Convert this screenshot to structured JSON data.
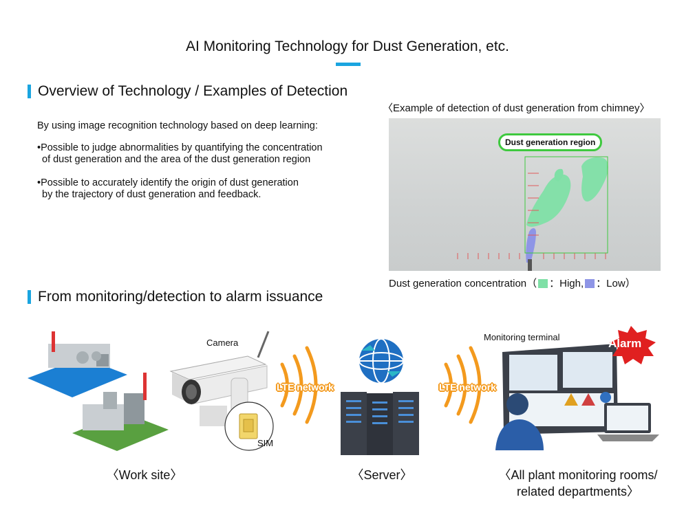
{
  "title": "AI Monitoring Technology for Dust Generation, etc.",
  "section1": {
    "heading": "Overview of Technology / Examples of Detection",
    "intro": "By using image recognition technology based on deep learning:",
    "bullet1_line1": "•Possible to judge abnormalities by quantifying the concentration",
    "bullet1_line2": "of dust generation and the area of the dust generation region",
    "bullet2_line1": "•Possible to accurately identify the origin of dust generation",
    "bullet2_line2": "by the trajectory of dust generation and feedback."
  },
  "example": {
    "caption": "〈Example of detection of dust generation from chimney〉",
    "callout": "Dust generation region",
    "concentration_prefix": "Dust generation concentration（",
    "high_label": "：High,",
    "low_label": "：Low）",
    "high_color": "#7fe0a6",
    "low_color": "#8e95e6"
  },
  "section2": {
    "heading": "From monitoring/detection to alarm issuance"
  },
  "flow": {
    "camera_label": "Camera",
    "sim_label": "SIM",
    "lte_left": "LTE network",
    "lte_right": "LTE network",
    "monitoring_label": "Monitoring terminal",
    "alarm": "Alarm",
    "work_site": "〈Work site〉",
    "server": "〈Server〉",
    "rooms_line1": "〈All plant monitoring rooms/",
    "rooms_line2": "related departments〉"
  },
  "colors": {
    "accent": "#1aa5e0",
    "wave": "#f39a1e",
    "alarm": "#e02020",
    "callout_border": "#3ec93e"
  }
}
